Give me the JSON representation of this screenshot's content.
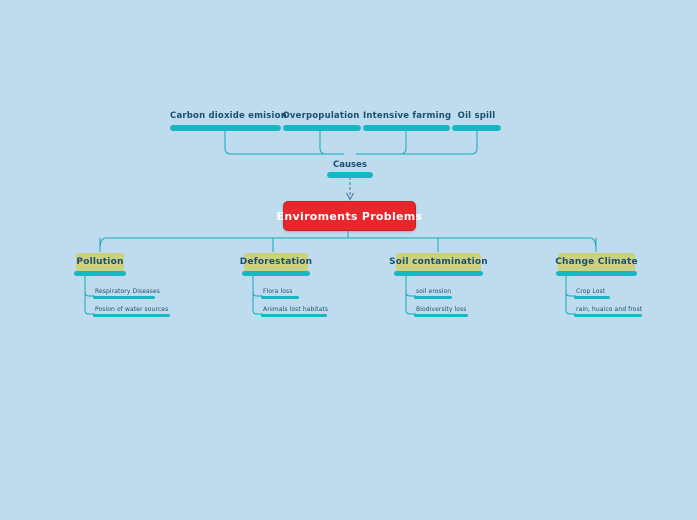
{
  "background_color": "#bedcee",
  "accent_teal": "#18b7c4",
  "central_red": "#e8262b",
  "branch_khaki": "#ccd17f",
  "text_navy": "#1b4f72",
  "central": {
    "label": "Enviroments Problems"
  },
  "causes_group": {
    "label": "Causes",
    "items": [
      {
        "label": "Carbon dioxide emision"
      },
      {
        "label": "Overpopulation"
      },
      {
        "label": "Intensive farming"
      },
      {
        "label": "Oil spill"
      }
    ]
  },
  "branches": [
    {
      "label": "Pollution",
      "leaves": [
        {
          "label": "Respiratory Diseases"
        },
        {
          "label": "Posion of water sources"
        }
      ]
    },
    {
      "label": "Deforestation",
      "leaves": [
        {
          "label": "Flora loss"
        },
        {
          "label": "Animals lost habitats"
        }
      ]
    },
    {
      "label": "Soil contamination",
      "leaves": [
        {
          "label": "soil erosion"
        },
        {
          "label": "Biodiversity loss"
        }
      ]
    },
    {
      "label": "Change Climate",
      "leaves": [
        {
          "label": "Crop Lost"
        },
        {
          "label": "rain, huaico and frost"
        }
      ]
    }
  ]
}
